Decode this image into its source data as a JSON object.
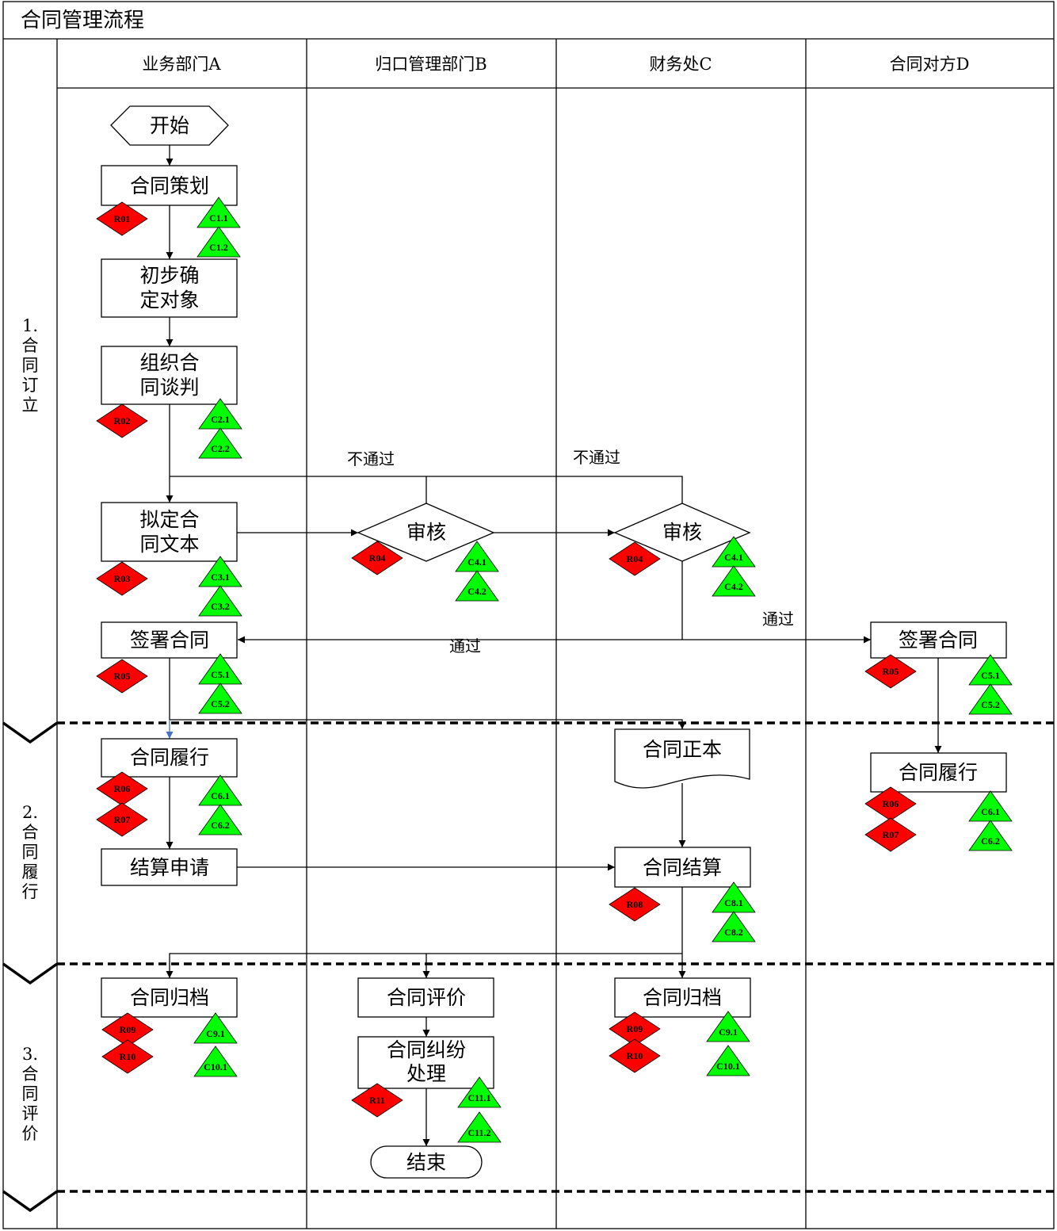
{
  "title": "合同管理流程",
  "lanes": [
    "业务部门A",
    "归口管理部门B",
    "财务处C",
    "合同对方D"
  ],
  "phases": [
    {
      "num": "1.",
      "chars": [
        "合",
        "同",
        "订",
        "立"
      ]
    },
    {
      "num": "2.",
      "chars": [
        "合",
        "同",
        "履",
        "行"
      ]
    },
    {
      "num": "3.",
      "chars": [
        "合",
        "同",
        "评",
        "价"
      ]
    }
  ],
  "nodes": {
    "start": [
      "开始"
    ],
    "a_plan": [
      "合同策划"
    ],
    "a_select": [
      "初步确",
      "定对象"
    ],
    "a_negotiate": [
      "组织合",
      "同谈判"
    ],
    "a_draft": [
      "拟定合",
      "同文本"
    ],
    "b_review": [
      "审核"
    ],
    "c_review": [
      "审核"
    ],
    "a_sign": [
      "签署合同"
    ],
    "d_sign": [
      "签署合同"
    ],
    "a_perform": [
      "合同履行"
    ],
    "c_original": [
      "合同正本"
    ],
    "d_perform": [
      "合同履行"
    ],
    "a_settle_req": [
      "结算申请"
    ],
    "c_settle": [
      "合同结算"
    ],
    "a_archive": [
      "合同归档"
    ],
    "b_evaluate": [
      "合同评价"
    ],
    "b_dispute": [
      "合同纠纷",
      "处理"
    ],
    "c_archive": [
      "合同归档"
    ],
    "end": [
      "结束"
    ]
  },
  "edge_labels": {
    "reject_b": "不通过",
    "reject_c": "不通过",
    "pass_to_a": "通过",
    "pass_to_d": "通过"
  },
  "risk_markers": {
    "r_a_plan": "R01",
    "r_a_negotiate": "R02",
    "r_a_draft": "R03",
    "r_b_review": "R04",
    "r_c_review": "R04",
    "r_a_sign": "R05",
    "r_d_sign": "R05",
    "r_a_perform_1": "R06",
    "r_a_perform_2": "R07",
    "r_d_perform_1": "R06",
    "r_d_perform_2": "R07",
    "r_c_settle": "R08",
    "r_a_archive_1": "R09",
    "r_a_archive_2": "R10",
    "r_c_archive_1": "R09",
    "r_c_archive_2": "R10",
    "r_b_dispute": "R11"
  },
  "control_markers": {
    "c_a_plan_1": "C1.1",
    "c_a_plan_2": "C1.2",
    "c_a_negotiate_1": "C2.1",
    "c_a_negotiate_2": "C2.2",
    "c_a_draft_1": "C3.1",
    "c_a_draft_2": "C3.2",
    "c_b_review_1": "C4.1",
    "c_b_review_2": "C4.2",
    "c_c_review_1": "C4.1",
    "c_c_review_2": "C4.2",
    "c_a_sign_1": "C5.1",
    "c_a_sign_2": "C5.2",
    "c_d_sign_1": "C5.1",
    "c_d_sign_2": "C5.2",
    "c_a_perform_1": "C6.1",
    "c_a_perform_2": "C6.2",
    "c_d_perform_1": "C6.1",
    "c_d_perform_2": "C6.2",
    "c_c_settle_1": "C8.1",
    "c_c_settle_2": "C8.2",
    "c_a_archive_1": "C9.1",
    "c_a_archive_2": "C10.1",
    "c_c_archive_1": "C9.1",
    "c_c_archive_2": "C10.1",
    "c_b_dispute_1": "C11.1",
    "c_b_dispute_2": "C11.2"
  },
  "colors": {
    "risk": "#ff0000",
    "control": "#00ff00",
    "line": "#000000",
    "blue_arrow": "#4a72c4"
  }
}
